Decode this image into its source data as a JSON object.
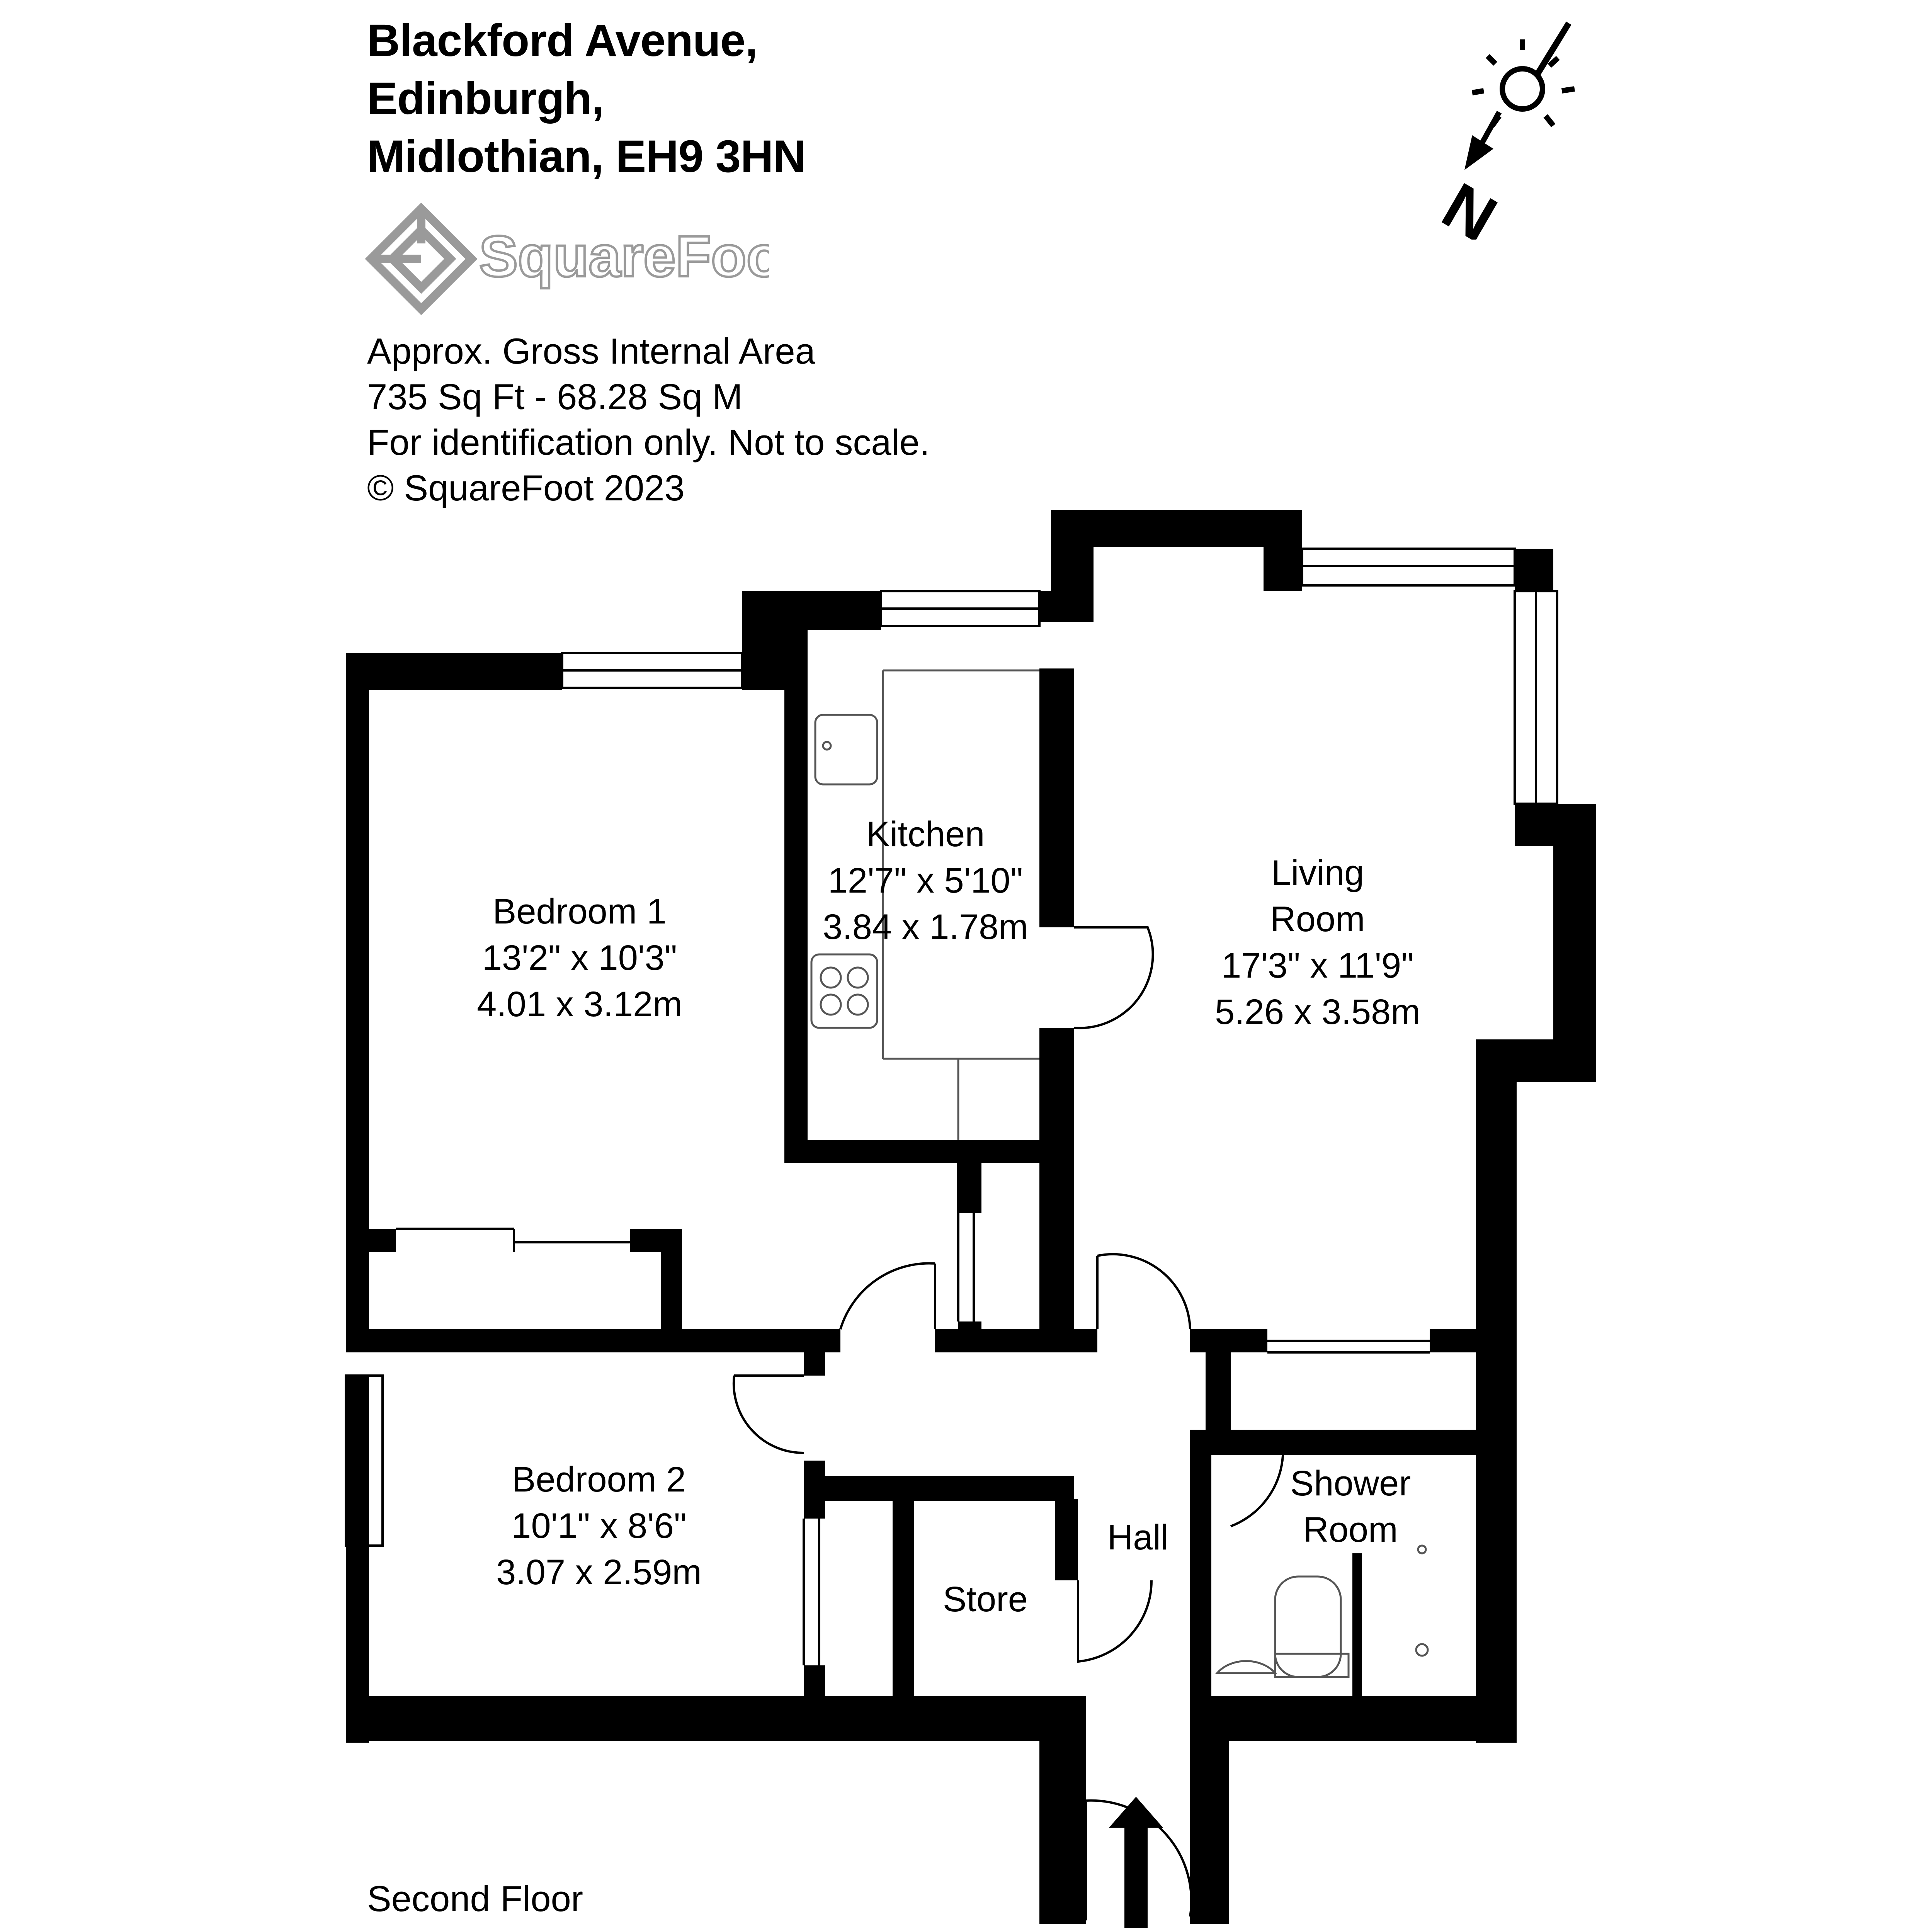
{
  "header": {
    "address_line1": "Blackford Avenue,",
    "address_line2": "Edinburgh,",
    "address_line3": "Midlothian, EH9 3HN"
  },
  "brand": {
    "name": "SquareFoot",
    "color": "#9a9a9a"
  },
  "info": {
    "line1": "Approx. Gross Internal Area",
    "line2": "735 Sq Ft  -  68.28 Sq M",
    "line3": "For identification only. Not to scale.",
    "line4": "© SquareFoot 2023"
  },
  "compass": {
    "letter": "N",
    "icon": "sun-icon"
  },
  "rooms": {
    "bedroom1": {
      "name": "Bedroom 1",
      "imperial": "13'2\" x 10'3\"",
      "metric": "4.01 x 3.12m"
    },
    "kitchen": {
      "name": "Kitchen",
      "imperial": "12'7\" x 5'10\"",
      "metric": "3.84 x 1.78m"
    },
    "living": {
      "name_line1": "Living",
      "name_line2": "Room",
      "imperial": "17'3\" x 11'9\"",
      "metric": "5.26 x 3.58m"
    },
    "bedroom2": {
      "name": "Bedroom 2",
      "imperial": "10'1\" x 8'6\"",
      "metric": "3.07 x 2.59m"
    },
    "hall": {
      "name": "Hall"
    },
    "store": {
      "name": "Store"
    },
    "shower": {
      "name_line1": "Shower",
      "name_line2": "Room"
    }
  },
  "floor": {
    "label": "Second Floor"
  },
  "colors": {
    "wall": "#000000",
    "background": "#ffffff",
    "fixture": "#555555"
  }
}
